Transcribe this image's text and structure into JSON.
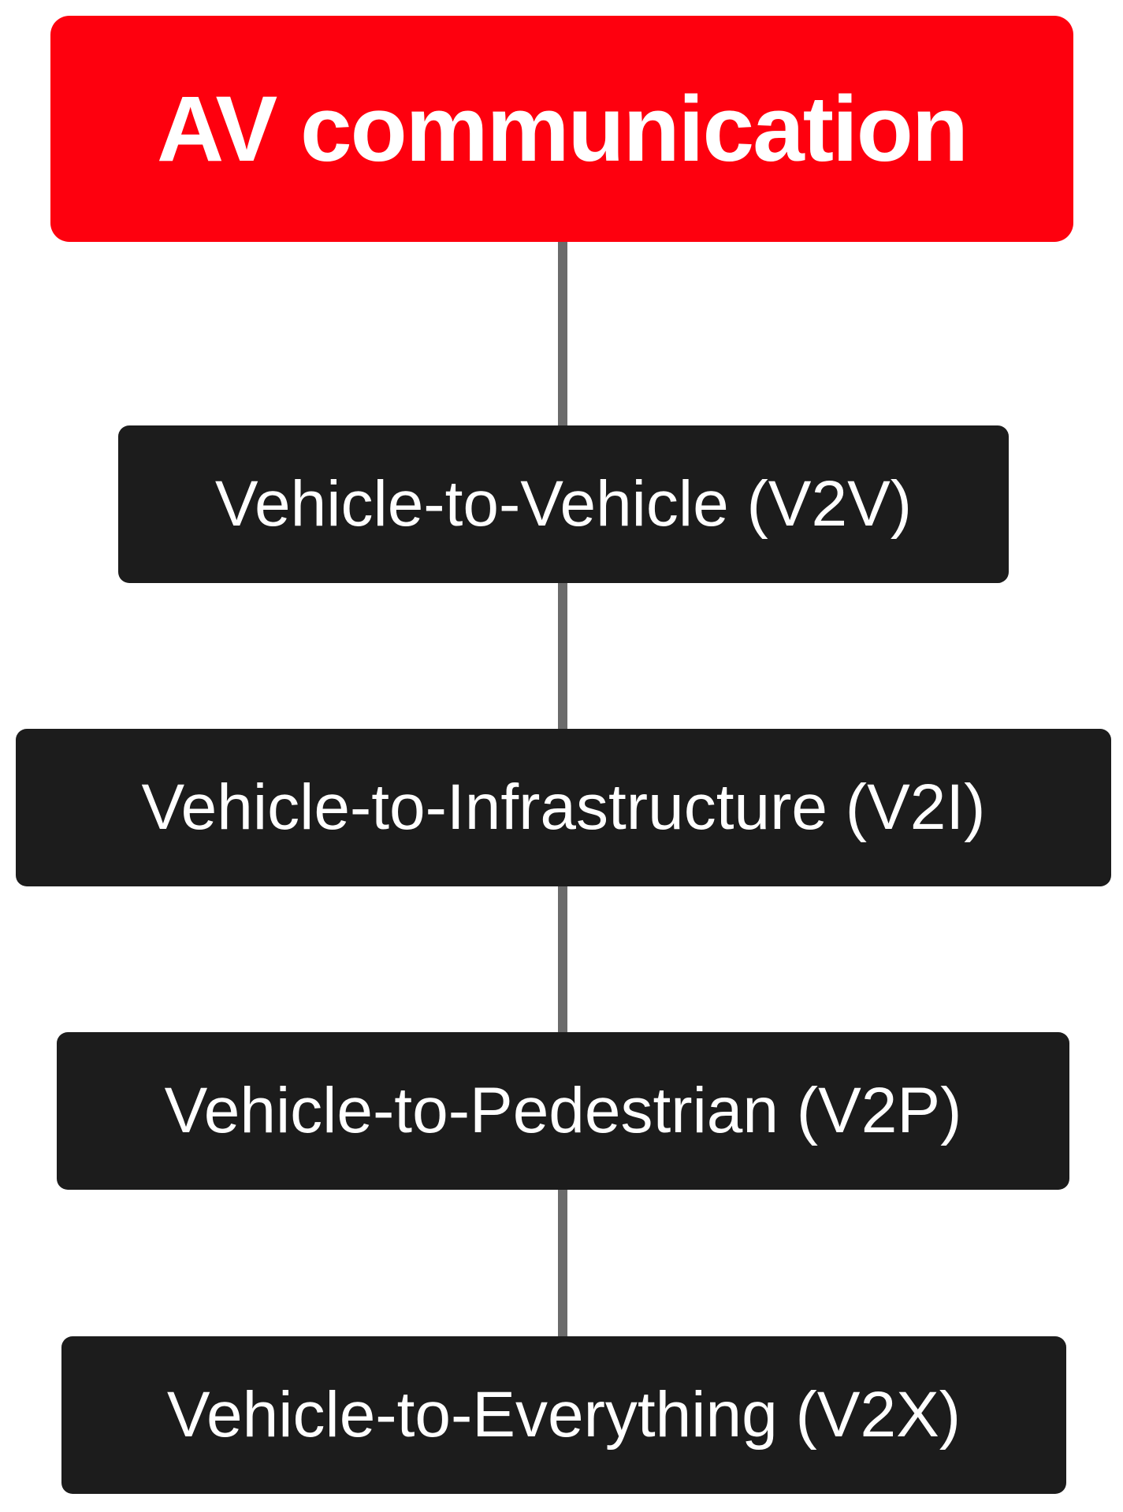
{
  "root": {
    "label": "AV communication"
  },
  "children": [
    {
      "label": "Vehicle-to-Vehicle (V2V)"
    },
    {
      "label": "Vehicle-to-Infrastructure (V2I)"
    },
    {
      "label": "Vehicle-to-Pedestrian (V2P)"
    },
    {
      "label": "Vehicle-to-Everything (V2X)"
    }
  ],
  "colors": {
    "root_fill": "#fe000e",
    "child_fill": "#1c1c1c",
    "connector": "#6b6b6b",
    "text": "#ffffff"
  }
}
